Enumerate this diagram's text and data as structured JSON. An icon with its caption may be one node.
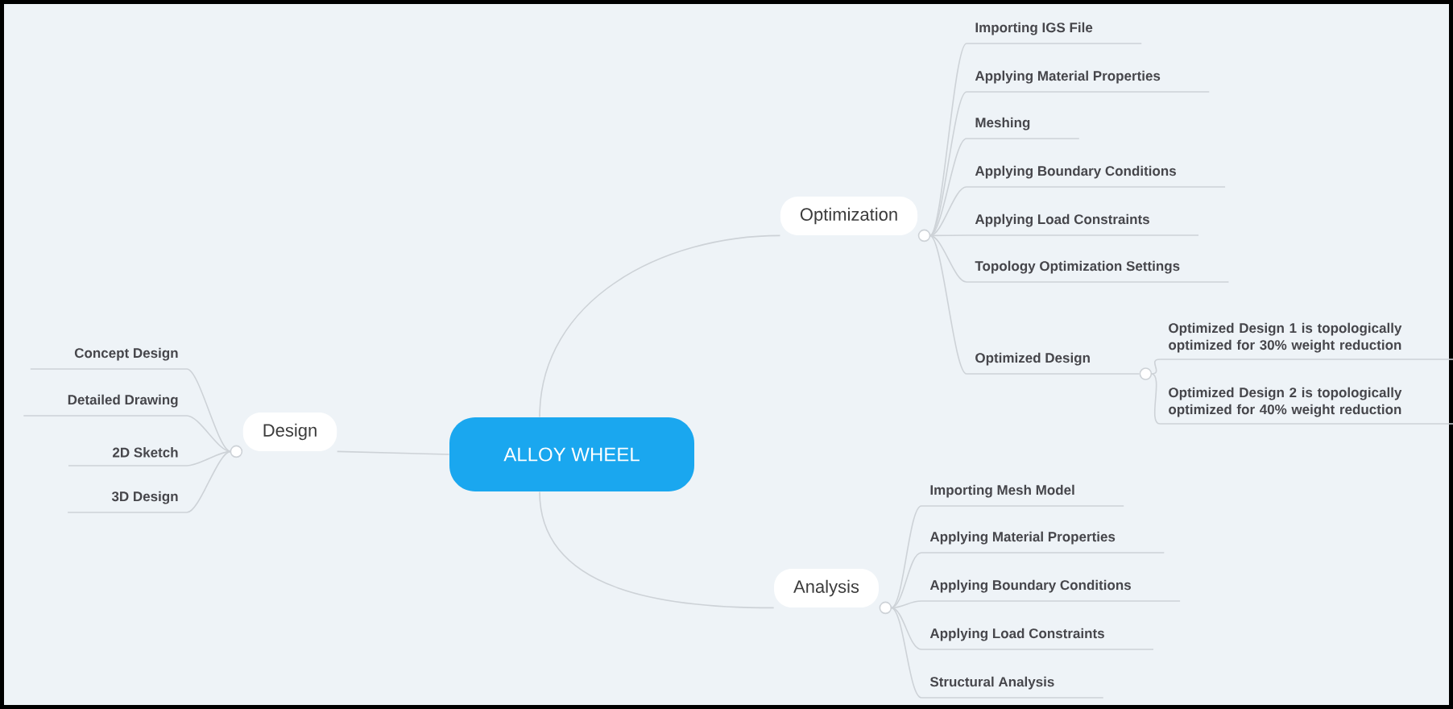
{
  "diagram": {
    "nodes": [
      {
        "text": [
          "ALLOY WHEEL"
        ]
      },
      {
        "text": [
          "Optimization"
        ]
      },
      {
        "text": [
          "Importing IGS File"
        ]
      },
      {
        "text": [
          "Applying Material Properties"
        ]
      },
      {
        "text": [
          "Meshing"
        ]
      },
      {
        "text": [
          "Applying Boundary Conditions"
        ]
      },
      {
        "text": [
          "Applying Load Constraints"
        ]
      },
      {
        "text": [
          "Topology Optimization Settings"
        ]
      },
      {
        "text": [
          "Optimized Design"
        ]
      },
      {
        "text": [
          "Optimized Design 1 is topologically optimized for 30% weight reduction"
        ]
      },
      {
        "text": [
          "Optimized Design 2 is topologically optimized for 40% weight reduction"
        ]
      },
      {
        "text": [
          "Design"
        ]
      },
      {
        "text": [
          "Concept Design"
        ]
      },
      {
        "text": [
          "Detailed Drawing"
        ]
      },
      {
        "text": [
          "2D Sketch"
        ]
      },
      {
        "text": [
          "3D Design"
        ]
      },
      {
        "text": [
          "Analysis"
        ]
      },
      {
        "text": [
          "Importing Mesh Model"
        ]
      },
      {
        "text": [
          "Applying Material Properties"
        ]
      },
      {
        "text": [
          "Applying Boundary Conditions"
        ]
      },
      {
        "text": [
          "Applying Load Constraints"
        ]
      },
      {
        "text": [
          "Structural Analysis"
        ]
      }
    ],
    "edges": [
      {
        "from": 0,
        "to": 1,
        "arrow": "none"
      },
      {
        "from": 1,
        "to": 2,
        "arrow": "none"
      },
      {
        "from": 1,
        "to": 3,
        "arrow": "none"
      },
      {
        "from": 1,
        "to": 4,
        "arrow": "none"
      },
      {
        "from": 1,
        "to": 5,
        "arrow": "none"
      },
      {
        "from": 1,
        "to": 6,
        "arrow": "none"
      },
      {
        "from": 1,
        "to": 7,
        "arrow": "none"
      },
      {
        "from": 1,
        "to": 8,
        "arrow": "none"
      },
      {
        "from": 8,
        "to": 9,
        "arrow": "none"
      },
      {
        "from": 8,
        "to": 10,
        "arrow": "none"
      },
      {
        "from": 0,
        "to": 11,
        "arrow": "none"
      },
      {
        "from": 11,
        "to": 12,
        "arrow": "none"
      },
      {
        "from": 11,
        "to": 13,
        "arrow": "none"
      },
      {
        "from": 11,
        "to": 14,
        "arrow": "none"
      },
      {
        "from": 11,
        "to": 15,
        "arrow": "none"
      },
      {
        "from": 0,
        "to": 16,
        "arrow": "none"
      },
      {
        "from": 16,
        "to": 17,
        "arrow": "none"
      },
      {
        "from": 16,
        "to": 18,
        "arrow": "none"
      },
      {
        "from": 16,
        "to": 19,
        "arrow": "none"
      },
      {
        "from": 16,
        "to": 20,
        "arrow": "none"
      },
      {
        "from": 16,
        "to": 21,
        "arrow": "none"
      }
    ]
  }
}
